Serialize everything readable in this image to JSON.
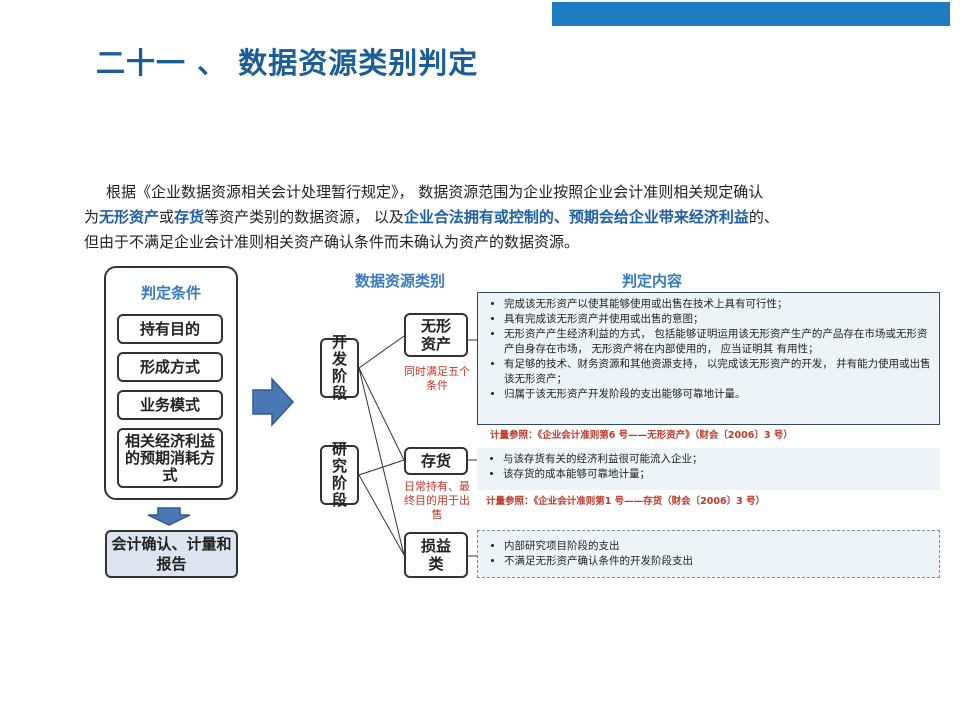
{
  "page": {
    "title": "二十一 、 数据资源类别判定",
    "intro": {
      "line1": "根据《企业数据资源相关会计处理暂行规定》， 数据资源范围为企业按照企业会计准则相关规定确认",
      "line2_a": "为",
      "line2_hl1": "无形资产",
      "line2_b": "或",
      "line2_hl2": "存货",
      "line2_c": "等资产类别的数据资源， 以及",
      "line2_hl3": "企业合法拥有或控制的、预期会给企业带来经济利益",
      "line2_d": "的、",
      "line3": "但由于不满足企业会计准则相关资产确认条件而未确认为资产的数据资源。"
    }
  },
  "conditions": {
    "heading": "判定条件",
    "items": [
      "持有目的",
      "形成方式",
      "业务模式",
      "相关经济利益的预期消耗方式"
    ],
    "result": "会计确认、计量和报告"
  },
  "columns": {
    "category_heading": "数据资源类别",
    "content_heading": "判定内容"
  },
  "stages": {
    "development": "开发阶段",
    "research": "研究阶段"
  },
  "categories": {
    "intangible": {
      "label": "无形资产",
      "note": "同时满足五个条件",
      "details": [
        "完成该无形资产以使其能够使用或出售在技术上具有可行性；",
        "具有完成该无形资产并使用或出售的意图；",
        "无形资产产生经济利益的方式， 包括能够证明运用该无形资产生产的产品存在市场或无形资产自身存在市场， 无形资产将在内部使用的， 应当证明其 有用性；",
        "有足够的技术、财务资源和其他资源支持， 以完成该无形资产的开发， 并有能力使用或出售该无形资产；",
        "归属于该无形资产开发阶段的支出能够可靠地计量。"
      ],
      "reference": "计量参照：《企业会计准则第6 号——无形资产》（财会〔2006〕3 号）"
    },
    "inventory": {
      "label": "存货",
      "note": "日常持有、最终目的用于出售",
      "details": [
        "与该存货有关的经济利益很可能流入企业；",
        "该存货的成本能够可靠地计量；"
      ],
      "reference": "计量参照：《企业会计准则第1 号——存货（财会〔2006〕3 号）"
    },
    "expense": {
      "label": "损益类",
      "details": [
        "内部研究项目阶段的支出",
        "不满足无形资产确认条件的开发阶段支出"
      ]
    }
  },
  "colors": {
    "accent": "#1f7bbf",
    "title": "#1b5d98",
    "heading": "#3a7abf",
    "note": "#c0392b",
    "arrow": "#4a78b5"
  }
}
